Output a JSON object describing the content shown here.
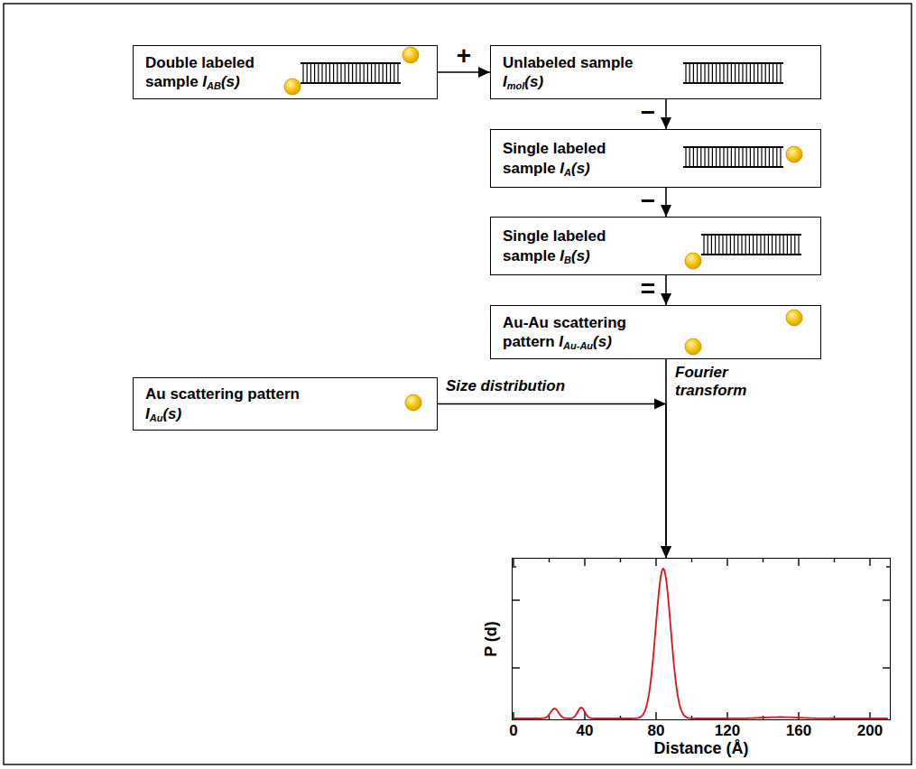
{
  "diagram": {
    "nodes": [
      {
        "text": [
          "Double labeled sample IAB(s)"
        ]
      },
      {
        "text": [
          "Unlabeled sample Imol(s)"
        ]
      },
      {
        "text": [
          "Single labeled sample IA(s)"
        ]
      },
      {
        "text": [
          "Single labeled sample IB(s)"
        ]
      },
      {
        "text": [
          "Au-Au scattering pattern IAu-Au(s)"
        ]
      },
      {
        "text": [
          "Au scattering pattern IAu(s)"
        ]
      },
      {
        "text": [
          "P (d)",
          "Distance (Å)"
        ]
      }
    ],
    "edges": [
      {
        "from": 0,
        "to": 1,
        "arrow": "to",
        "label": "+"
      },
      {
        "from": 1,
        "to": 2,
        "arrow": "to",
        "label": "−"
      },
      {
        "from": 2,
        "to": 3,
        "arrow": "to",
        "label": "−"
      },
      {
        "from": 3,
        "to": 4,
        "arrow": "to",
        "label": "="
      },
      {
        "from": 4,
        "to": 6,
        "arrow": "to",
        "label": "Fourier transform"
      },
      {
        "from": 5,
        "to": 6,
        "arrow": "to",
        "label": "Size distribution"
      }
    ],
    "labels": [
      "0",
      "40",
      "80",
      "120",
      "160",
      "200"
    ]
  }
}
